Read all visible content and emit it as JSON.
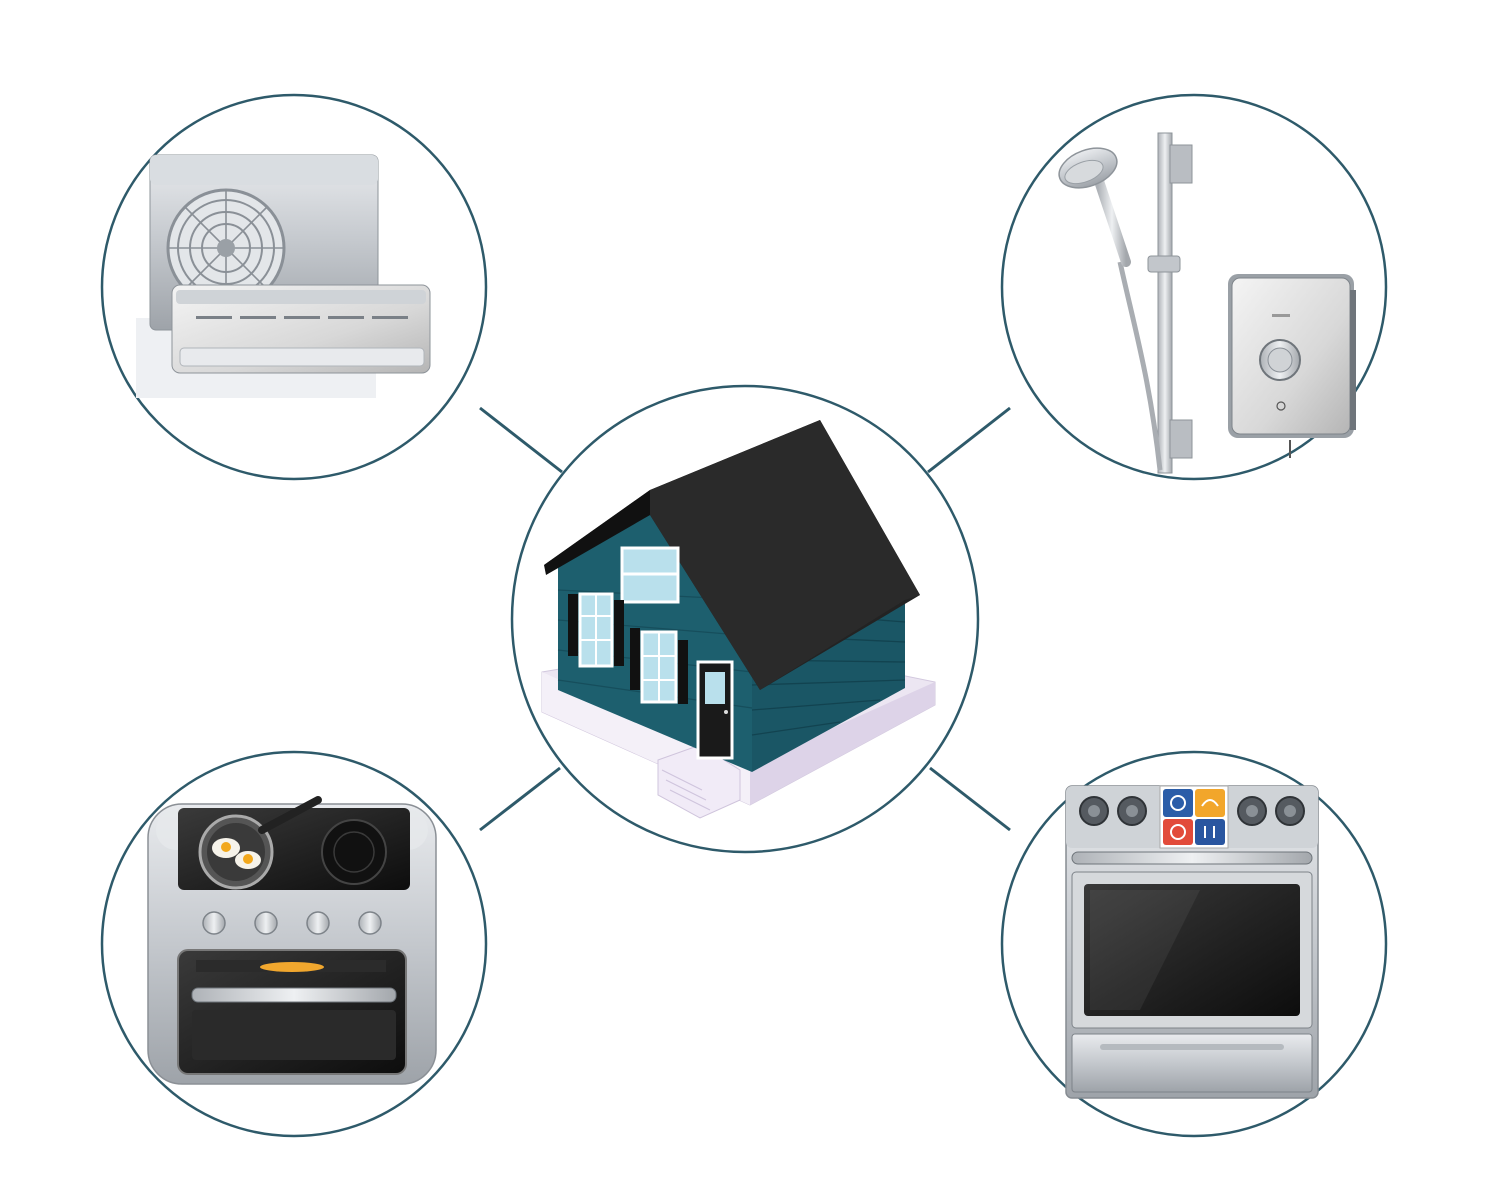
{
  "diagram": {
    "center_node": {
      "name": "house",
      "icon": "house-icon"
    },
    "appliance_nodes": [
      {
        "name": "air-conditioner",
        "icon": "air-conditioner-icon"
      },
      {
        "name": "electric-shower",
        "icon": "electric-shower-icon"
      },
      {
        "name": "induction-cooker-oven",
        "icon": "induction-cooker-oven-icon"
      },
      {
        "name": "smart-oven",
        "icon": "smart-oven-icon"
      }
    ]
  },
  "colors": {
    "circle_stroke": "#2e5a6a",
    "house_wall": "#1d5f6e",
    "house_roof": "#232323",
    "house_base": "#ece6f2",
    "appliance_silver": "#c9ccd0",
    "appliance_dark": "#1e1e1e"
  }
}
